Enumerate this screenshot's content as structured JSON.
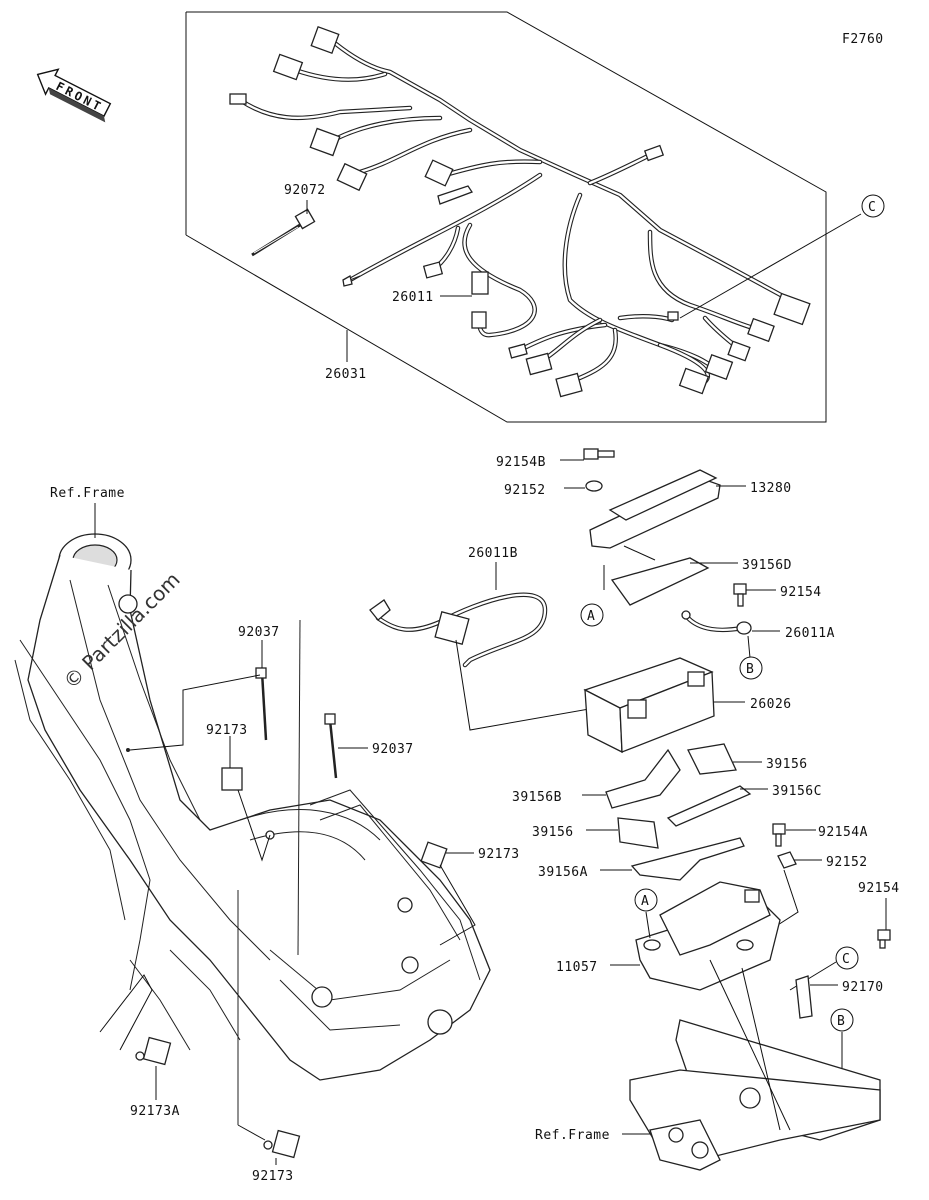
{
  "figure_code": "F2760",
  "front_label": "FRONT",
  "watermark": "© Partzilla.com",
  "parts": {
    "harness_main": "26031",
    "clamp_top": "92072",
    "lead_small": "26011",
    "bolt_b": "92154B",
    "washer_top": "92152",
    "case_top": "13280",
    "pad_d": "39156D",
    "lead_b": "26011B",
    "bolt_top_right": "92154",
    "lead_a": "26011A",
    "battery": "26026",
    "pad_39156_right": "39156",
    "pad_b": "39156B",
    "pad_c": "39156C",
    "pad_39156_left": "39156",
    "bolt_a": "92154A",
    "washer_bottom": "92152",
    "pad_a": "39156A",
    "bolt_lower_right": "92154",
    "battery_case": "11057",
    "band": "92170",
    "clamp_upper": "92037",
    "clamp_lower": "92037",
    "clip_left": "92173",
    "clip_right": "92173",
    "clip_bottom": "92173",
    "clip_a": "92173A"
  },
  "refs": {
    "frame_top": "Ref.Frame",
    "frame_bottom": "Ref.Frame"
  },
  "callouts": {
    "a1": "A",
    "a2": "A",
    "b1": "B",
    "b2": "B",
    "c1": "C",
    "c2": "C"
  }
}
